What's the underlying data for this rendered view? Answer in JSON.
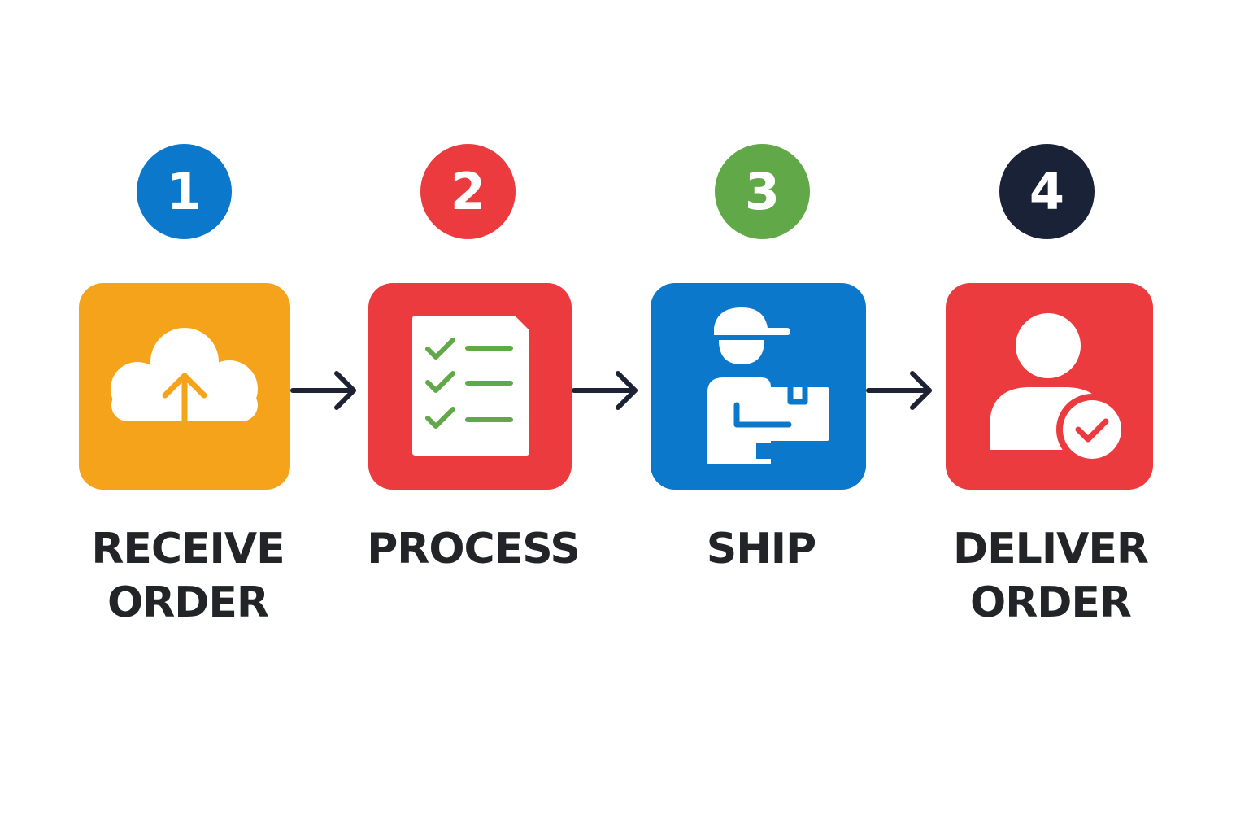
{
  "colors": {
    "orange": "#F5A31A",
    "red": "#EB3B3E",
    "blue": "#0B78CC",
    "green": "#60A848",
    "navy": "#1A2238",
    "arrow": "#1E2235",
    "text": "#222428",
    "white": "#FFFFFF"
  },
  "steps": [
    {
      "number": "1",
      "badge_color": "#0B78CC",
      "tile_color": "#F5A31A",
      "icon": "cloud-upload-icon",
      "label_lines": [
        "RECEIVE",
        "ORDER"
      ]
    },
    {
      "number": "2",
      "badge_color": "#EB3B3E",
      "tile_color": "#EB3B3E",
      "icon": "checklist-document-icon",
      "label_lines": [
        "PROCESS"
      ]
    },
    {
      "number": "3",
      "badge_color": "#60A848",
      "tile_color": "#0B78CC",
      "icon": "delivery-person-icon",
      "label_lines": [
        "SHIP"
      ]
    },
    {
      "number": "4",
      "badge_color": "#1A2238",
      "tile_color": "#EB3B3E",
      "icon": "user-check-icon",
      "label_lines": [
        "DELIVER",
        "ORDER"
      ]
    }
  ],
  "arrows": [
    {
      "from": "1",
      "to": "2"
    },
    {
      "from": "2",
      "to": "3"
    },
    {
      "from": "3",
      "to": "4"
    }
  ]
}
